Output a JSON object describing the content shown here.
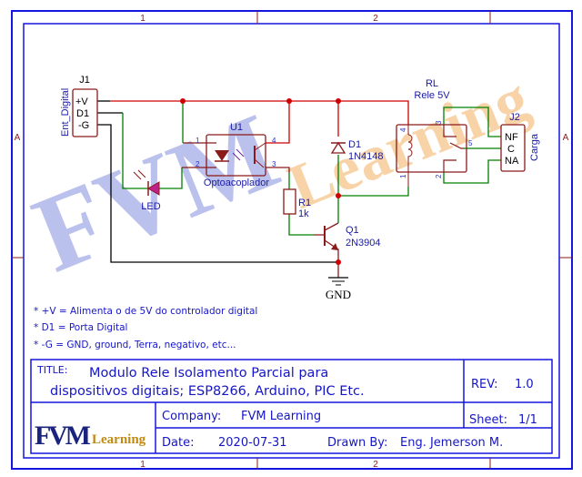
{
  "frame": {
    "col_labels": [
      "1",
      "2"
    ],
    "row_label": "A"
  },
  "connector_j1": {
    "ref": "J1",
    "name": "Ent_Digital",
    "pins": [
      "+V",
      "D1",
      "-G"
    ]
  },
  "led": {
    "ref": "LED"
  },
  "optocoupler": {
    "ref": "U1",
    "name": "Optoacoplador",
    "pins": [
      "1",
      "2",
      "3",
      "4"
    ]
  },
  "resistor": {
    "ref": "R1",
    "value": "1k"
  },
  "diode": {
    "ref": "D1",
    "value": "1N4148"
  },
  "transistor": {
    "ref": "Q1",
    "value": "2N3904"
  },
  "relay": {
    "ref": "RL",
    "value": "Rele 5V",
    "pins": [
      "4",
      "1",
      "3",
      "5",
      "2"
    ]
  },
  "connector_j2": {
    "ref": "J2",
    "name": "Carga",
    "pins": [
      "NF",
      "C",
      "NA"
    ]
  },
  "ground": {
    "label": "GND"
  },
  "watermark": {
    "brand": "FVM",
    "sub": "Learning"
  },
  "notes": [
    "* +V = Alimenta   o de 5V do controlador digital",
    "* D1 = Porta Digital",
    "* -G = GND, ground, Terra, negativo, etc..."
  ],
  "title_block": {
    "title_label": "TITLE:",
    "title_line1": "Modulo Rele Isolamento Parcial para",
    "title_line2": "dispositivos digitais; ESP8266, Arduino, PIC Etc.",
    "rev_label": "REV:",
    "rev_value": "1.0",
    "company_label": "Company:",
    "company_value": "FVM Learning",
    "sheet_label": "Sheet:",
    "sheet_value": "1/1",
    "date_label": "Date:",
    "date_value": "2020-07-31",
    "drawn_label": "Drawn By:",
    "drawn_value": "Eng. Jemerson M.",
    "logo_main": "FVM",
    "logo_sub": "Learning"
  }
}
